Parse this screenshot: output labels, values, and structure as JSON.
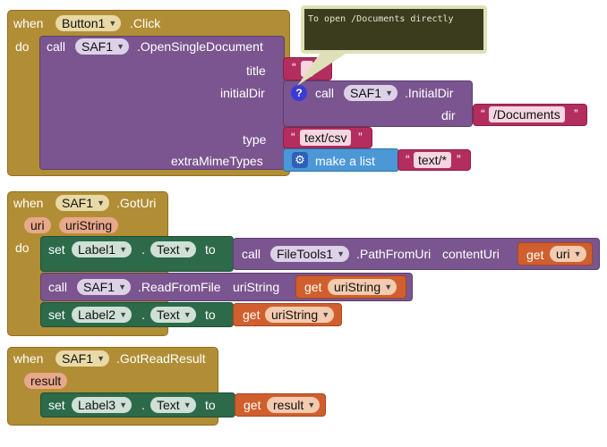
{
  "comment": {
    "text": "To open /Documents directly"
  },
  "block1": {
    "when": "when",
    "do": "do",
    "event_component": "Button1",
    "event_name": ".Click",
    "call": "call",
    "call_component": "SAF1",
    "call_method": ".OpenSingleDocument",
    "args": {
      "title_label": "title",
      "title_value": "",
      "initialdir_label": "initialDir",
      "initialdir_call": "call",
      "initialdir_component": "SAF1",
      "initialdir_method": ".InitialDir",
      "dir_label": "dir",
      "dir_value": "/Documents",
      "type_label": "type",
      "type_value": "text/csv",
      "extramime_label": "extraMimeTypes",
      "make_a_list": "make a list",
      "extramime_value": "text/*"
    }
  },
  "block2": {
    "when": "when",
    "do": "do",
    "event_component": "SAF1",
    "event_name": ".GotUri",
    "params": [
      "uri",
      "uriString"
    ],
    "stmt1": {
      "set": "set",
      "component": "Label1",
      "dot": ".",
      "property": "Text",
      "to": "to",
      "call": "call",
      "call_component": "FileTools1",
      "call_method": ".PathFromUri",
      "arg_label": "contentUri",
      "get": "get",
      "get_var": "uri"
    },
    "stmt2": {
      "call": "call",
      "component": "SAF1",
      "method": ".ReadFromFile",
      "arg_label": "uriString",
      "get": "get",
      "get_var": "uriString"
    },
    "stmt3": {
      "set": "set",
      "component": "Label2",
      "dot": ".",
      "property": "Text",
      "to": "to",
      "get": "get",
      "get_var": "uriString"
    }
  },
  "block3": {
    "when": "when",
    "do": "do",
    "event_component": "SAF1",
    "event_name": ".GotReadResult",
    "params": [
      "result"
    ],
    "stmt1": {
      "set": "set",
      "component": "Label3",
      "dot": ".",
      "property": "Text",
      "to": "to",
      "get": "get",
      "get_var": "result"
    }
  },
  "colors": {
    "event": "#b18e35",
    "procedure": "#7b558f",
    "text": "#b32d5e",
    "list": "#4c97d6",
    "setter": "#2c6a4a",
    "variable": "#d05f2d",
    "comment_bg": "#3b3b1d"
  },
  "icons": [
    "help-icon",
    "gear-icon",
    "dropdown-arrow-icon"
  ]
}
